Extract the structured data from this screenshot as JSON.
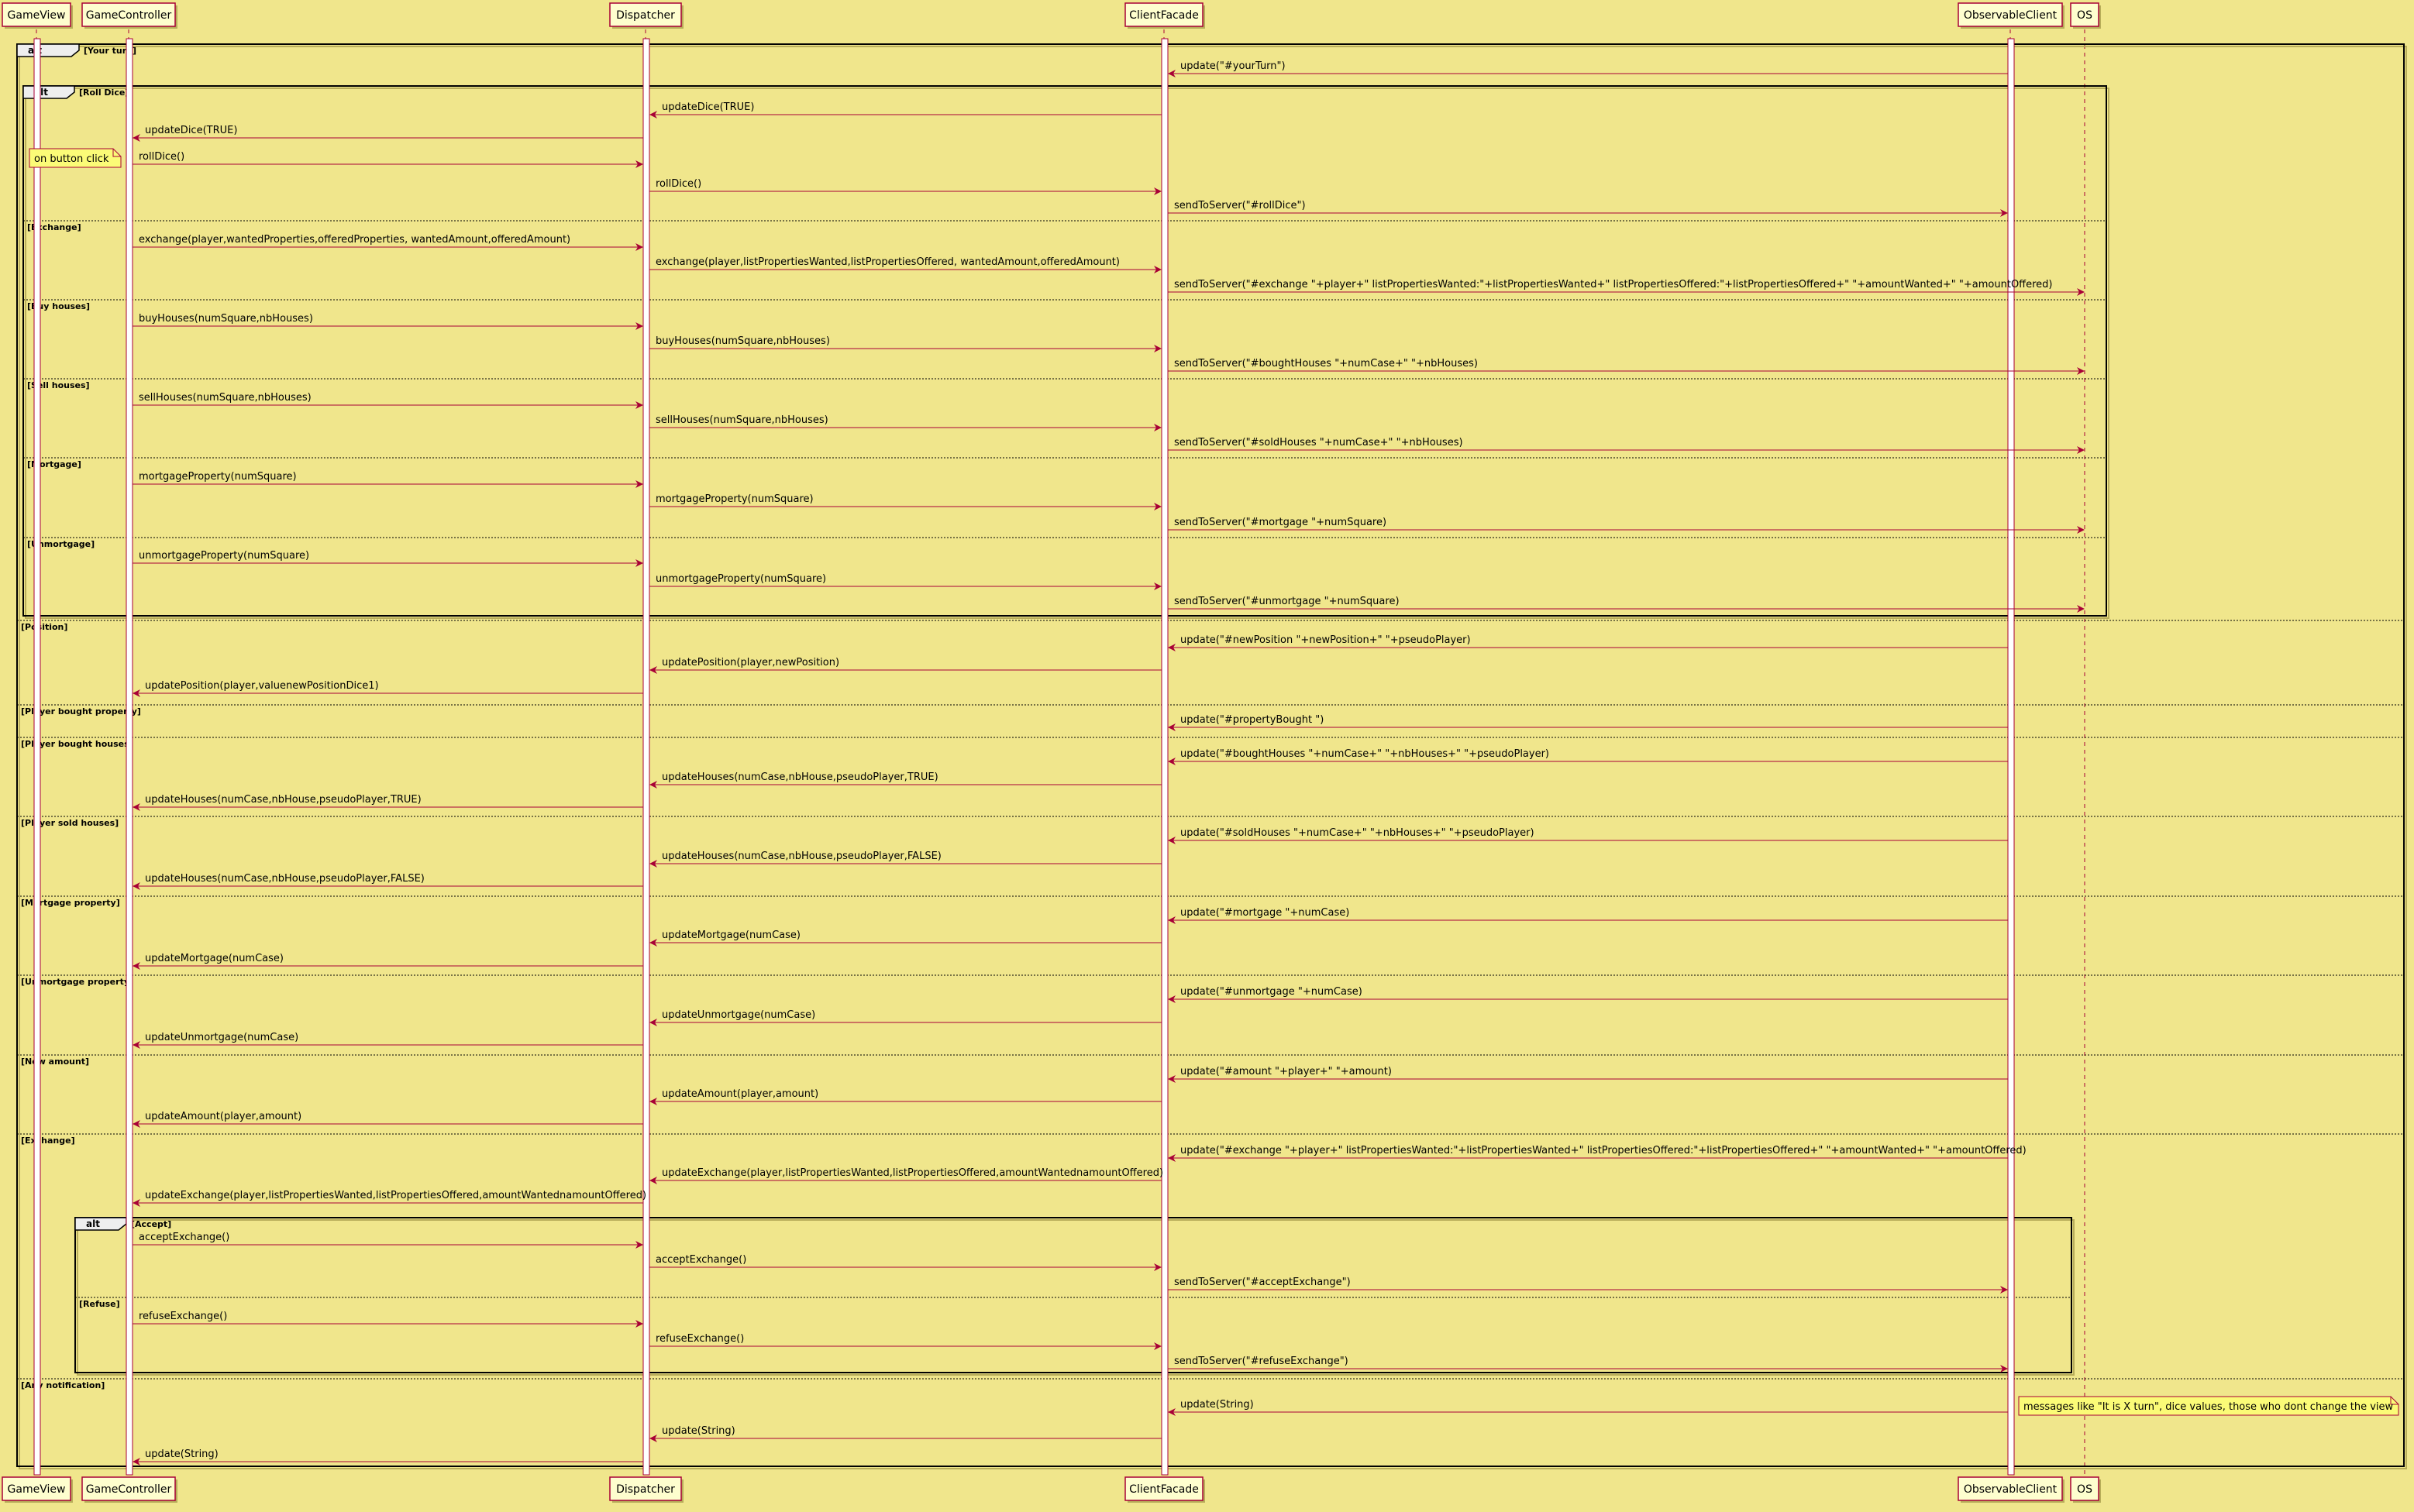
{
  "colors": {
    "background": "#F0E68C",
    "lifeline_stroke": "#A80036",
    "arrow": "#A80036",
    "participant_fill": "#FEFECE",
    "note_fill": "#FBFB77",
    "frame_stroke": "#000000",
    "text": "#000000"
  },
  "participants": [
    {
      "id": "gv",
      "name": "GameView"
    },
    {
      "id": "gc",
      "name": "GameController"
    },
    {
      "id": "dp",
      "name": "Dispatcher"
    },
    {
      "id": "cf",
      "name": "ClientFacade"
    },
    {
      "id": "oc",
      "name": "ObservableClient"
    },
    {
      "id": "os",
      "name": "OS"
    }
  ],
  "frames": [
    {
      "label": "alt",
      "sections": [
        "Your turn",
        "Position",
        "Player bought property",
        "Player bought houses",
        "Player sold houses",
        "Mortgage property",
        "Unmortgage property",
        "New amount",
        "Exchange",
        "Any notification"
      ]
    },
    {
      "label": "alt",
      "sections": [
        "Roll Dice",
        "Exchange",
        "Buy houses",
        "Sell houses",
        "Mortgage",
        "Unmortgage"
      ]
    },
    {
      "label": "alt",
      "sections": [
        "Accept",
        "Refuse"
      ]
    }
  ],
  "notes": [
    {
      "text": "on button click"
    },
    {
      "text": "messages like \"It is X turn\", dice values, those who dont change the view"
    }
  ],
  "messages": [
    {
      "from": "oc",
      "to": "cf",
      "text": "update(\"#yourTurn\")"
    },
    {
      "from": "cf",
      "to": "dp",
      "text": "updateDice(TRUE)"
    },
    {
      "from": "dp",
      "to": "gc",
      "text": "updateDice(TRUE)"
    },
    {
      "from": "gc",
      "to": "dp",
      "text": "rollDice()"
    },
    {
      "from": "dp",
      "to": "cf",
      "text": "rollDice()"
    },
    {
      "from": "cf",
      "to": "oc",
      "text": "sendToServer(\"#rollDice\")"
    },
    {
      "from": "gc",
      "to": "dp",
      "text": "exchange(player,wantedProperties,offeredProperties, wantedAmount,offeredAmount)"
    },
    {
      "from": "dp",
      "to": "cf",
      "text": "exchange(player,listPropertiesWanted,listPropertiesOffered, wantedAmount,offeredAmount)"
    },
    {
      "from": "cf",
      "to": "os",
      "text": "sendToServer(\"#exchange \"+player+\" listPropertiesWanted:\"+listPropertiesWanted+\" listPropertiesOffered:\"+listPropertiesOffered+\" \"+amountWanted+\" \"+amountOffered)"
    },
    {
      "from": "gc",
      "to": "dp",
      "text": "buyHouses(numSquare,nbHouses)"
    },
    {
      "from": "dp",
      "to": "cf",
      "text": "buyHouses(numSquare,nbHouses)"
    },
    {
      "from": "cf",
      "to": "os",
      "text": "sendToServer(\"#boughtHouses \"+numCase+\" \"+nbHouses)"
    },
    {
      "from": "gc",
      "to": "dp",
      "text": "sellHouses(numSquare,nbHouses)"
    },
    {
      "from": "dp",
      "to": "cf",
      "text": "sellHouses(numSquare,nbHouses)"
    },
    {
      "from": "cf",
      "to": "os",
      "text": "sendToServer(\"#soldHouses \"+numCase+\" \"+nbHouses)"
    },
    {
      "from": "gc",
      "to": "dp",
      "text": "mortgageProperty(numSquare)"
    },
    {
      "from": "dp",
      "to": "cf",
      "text": "mortgageProperty(numSquare)"
    },
    {
      "from": "cf",
      "to": "os",
      "text": "sendToServer(\"#mortgage \"+numSquare)"
    },
    {
      "from": "gc",
      "to": "dp",
      "text": "unmortgageProperty(numSquare)"
    },
    {
      "from": "dp",
      "to": "cf",
      "text": "unmortgageProperty(numSquare)"
    },
    {
      "from": "cf",
      "to": "os",
      "text": "sendToServer(\"#unmortgage \"+numSquare)"
    },
    {
      "from": "oc",
      "to": "cf",
      "text": "update(\"#newPosition \"+newPosition+\" \"+pseudoPlayer)"
    },
    {
      "from": "cf",
      "to": "dp",
      "text": "updatePosition(player,newPosition)"
    },
    {
      "from": "dp",
      "to": "gc",
      "text": "updatePosition(player,valuenewPositionDice1)"
    },
    {
      "from": "oc",
      "to": "cf",
      "text": "update(\"#propertyBought \")"
    },
    {
      "from": "oc",
      "to": "cf",
      "text": "update(\"#boughtHouses \"+numCase+\" \"+nbHouses+\" \"+pseudoPlayer)"
    },
    {
      "from": "cf",
      "to": "dp",
      "text": "updateHouses(numCase,nbHouse,pseudoPlayer,TRUE)"
    },
    {
      "from": "dp",
      "to": "gc",
      "text": "updateHouses(numCase,nbHouse,pseudoPlayer,TRUE)"
    },
    {
      "from": "oc",
      "to": "cf",
      "text": "update(\"#soldHouses \"+numCase+\" \"+nbHouses+\" \"+pseudoPlayer)"
    },
    {
      "from": "cf",
      "to": "dp",
      "text": "updateHouses(numCase,nbHouse,pseudoPlayer,FALSE)"
    },
    {
      "from": "dp",
      "to": "gc",
      "text": "updateHouses(numCase,nbHouse,pseudoPlayer,FALSE)"
    },
    {
      "from": "oc",
      "to": "cf",
      "text": "update(\"#mortgage \"+numCase)"
    },
    {
      "from": "cf",
      "to": "dp",
      "text": "updateMortgage(numCase)"
    },
    {
      "from": "dp",
      "to": "gc",
      "text": "updateMortgage(numCase)"
    },
    {
      "from": "oc",
      "to": "cf",
      "text": "update(\"#unmortgage \"+numCase)"
    },
    {
      "from": "cf",
      "to": "dp",
      "text": "updateUnmortgage(numCase)"
    },
    {
      "from": "dp",
      "to": "gc",
      "text": "updateUnmortgage(numCase)"
    },
    {
      "from": "oc",
      "to": "cf",
      "text": "update(\"#amount \"+player+\" \"+amount)"
    },
    {
      "from": "cf",
      "to": "dp",
      "text": "updateAmount(player,amount)"
    },
    {
      "from": "dp",
      "to": "gc",
      "text": "updateAmount(player,amount)"
    },
    {
      "from": "oc",
      "to": "cf",
      "text": "update(\"#exchange \"+player+\" listPropertiesWanted:\"+listPropertiesWanted+\" listPropertiesOffered:\"+listPropertiesOffered+\" \"+amountWanted+\" \"+amountOffered)"
    },
    {
      "from": "cf",
      "to": "dp",
      "text": "updateExchange(player,listPropertiesWanted,listPropertiesOffered,amountWantednamountOffered)"
    },
    {
      "from": "dp",
      "to": "gc",
      "text": "updateExchange(player,listPropertiesWanted,listPropertiesOffered,amountWantednamountOffered)"
    },
    {
      "from": "gc",
      "to": "dp",
      "text": "acceptExchange()"
    },
    {
      "from": "dp",
      "to": "cf",
      "text": "acceptExchange()"
    },
    {
      "from": "cf",
      "to": "oc",
      "text": "sendToServer(\"#acceptExchange\")"
    },
    {
      "from": "gc",
      "to": "dp",
      "text": "refuseExchange()"
    },
    {
      "from": "dp",
      "to": "cf",
      "text": "refuseExchange()"
    },
    {
      "from": "cf",
      "to": "oc",
      "text": "sendToServer(\"#refuseExchange\")"
    },
    {
      "from": "oc",
      "to": "cf",
      "text": "update(String)"
    },
    {
      "from": "cf",
      "to": "dp",
      "text": "update(String)"
    },
    {
      "from": "dp",
      "to": "gc",
      "text": "update(String)"
    }
  ]
}
